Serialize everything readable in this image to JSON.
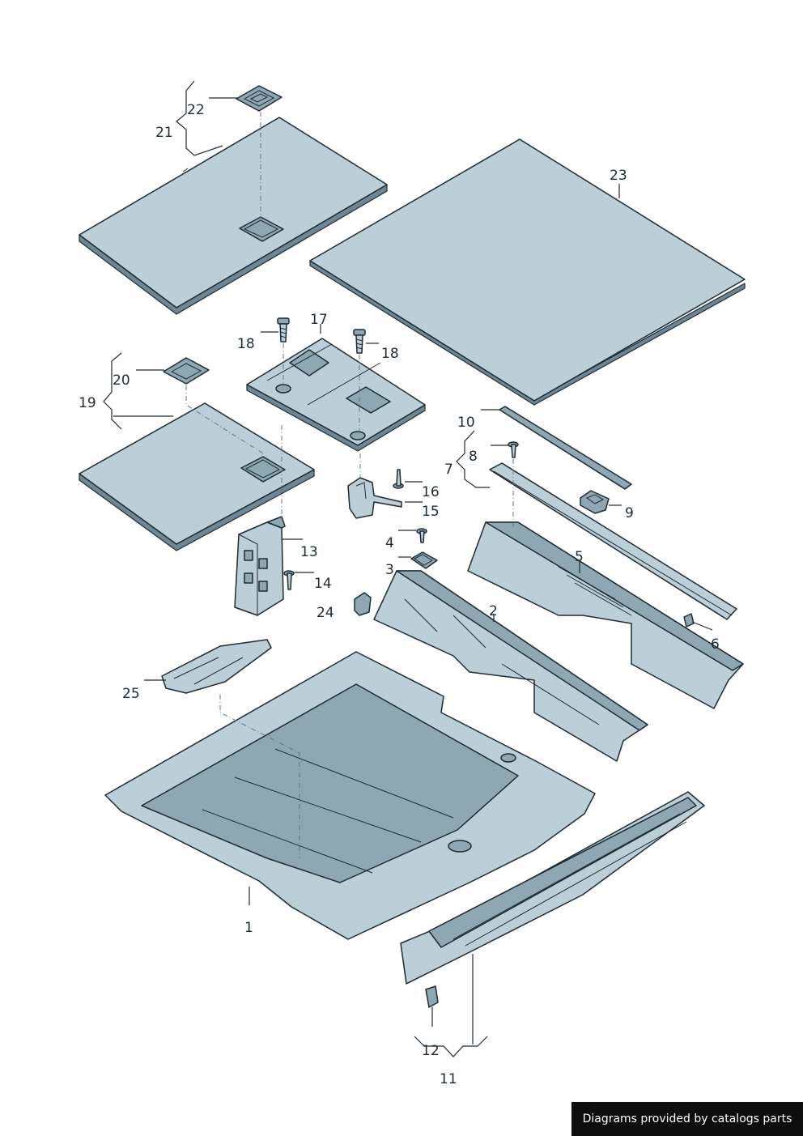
{
  "labels": {
    "p1": "1",
    "p2": "2",
    "p3": "3",
    "p4": "4",
    "p5": "5",
    "p6": "6",
    "p7": "7",
    "p8": "8",
    "p9": "9",
    "p10": "10",
    "p11": "11",
    "p12": "12",
    "p13": "13",
    "p14": "14",
    "p15": "15",
    "p16": "16",
    "p17": "17",
    "p18a": "18",
    "p18b": "18",
    "p19": "19",
    "p20": "20",
    "p21": "21",
    "p22": "22",
    "p23": "23",
    "p24": "24",
    "p25": "25"
  },
  "footer": {
    "credit": "Diagrams provided by catalogs parts"
  }
}
